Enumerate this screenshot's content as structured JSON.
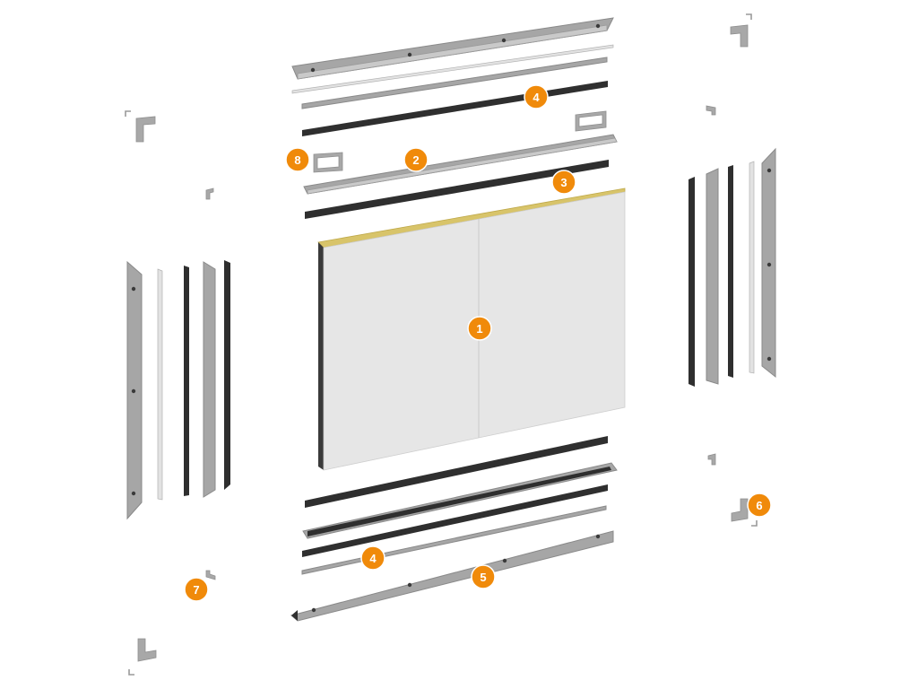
{
  "callouts": [
    {
      "id": "callout-1",
      "label": "1"
    },
    {
      "id": "callout-2",
      "label": "2"
    },
    {
      "id": "callout-3",
      "label": "3"
    },
    {
      "id": "callout-4-top",
      "label": "4"
    },
    {
      "id": "callout-4-bottom",
      "label": "4"
    },
    {
      "id": "callout-5",
      "label": "5"
    },
    {
      "id": "callout-6",
      "label": "6"
    },
    {
      "id": "callout-7",
      "label": "7"
    },
    {
      "id": "callout-8",
      "label": "8"
    }
  ],
  "colors": {
    "callout": "#f08a0a",
    "panel_face": "#e6e6e6",
    "insulation": "#d8c46a",
    "panel_edge": "#3a3a3a",
    "rail_light": "#a6a6a6",
    "rail_dark": "#2f2f2f"
  }
}
